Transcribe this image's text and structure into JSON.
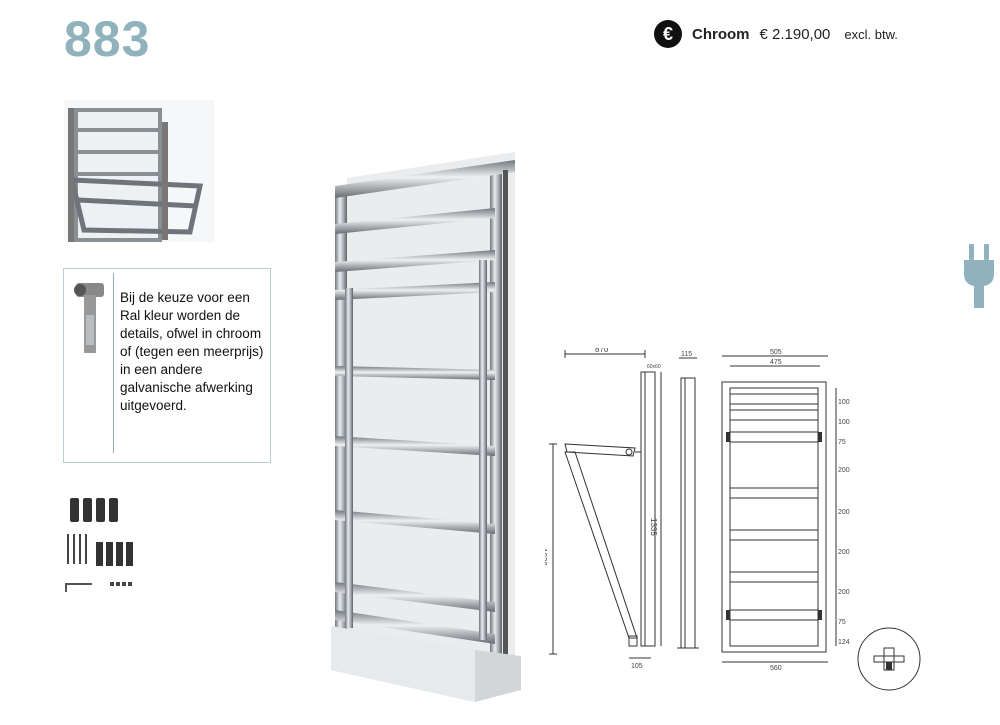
{
  "product": {
    "model": "883",
    "finish": "Chroom",
    "price": "€ 2.190,00",
    "vat_note": "excl. btw.",
    "currency_icon": "euro-icon",
    "info_text": "Bij de keuze voor een Ral kleur worden de details, ofwel in chroom of (tegen een meerprijs) in een andere galvanische afwerking uitgevoerd.",
    "electric_icon": "plug-icon",
    "accent_color": "#8fb2bd"
  },
  "drawing": {
    "dim_870": "870",
    "dim_6060": "60x60",
    "dim_1335": "1335",
    "dim_1030": "1030",
    "dim_105": "105",
    "dim_115": "115",
    "dim_505": "505",
    "dim_475": "475",
    "dim_560": "560",
    "front_dims": [
      "100",
      "100",
      "75",
      "200",
      "200",
      "200",
      "200",
      "75",
      "124"
    ]
  }
}
